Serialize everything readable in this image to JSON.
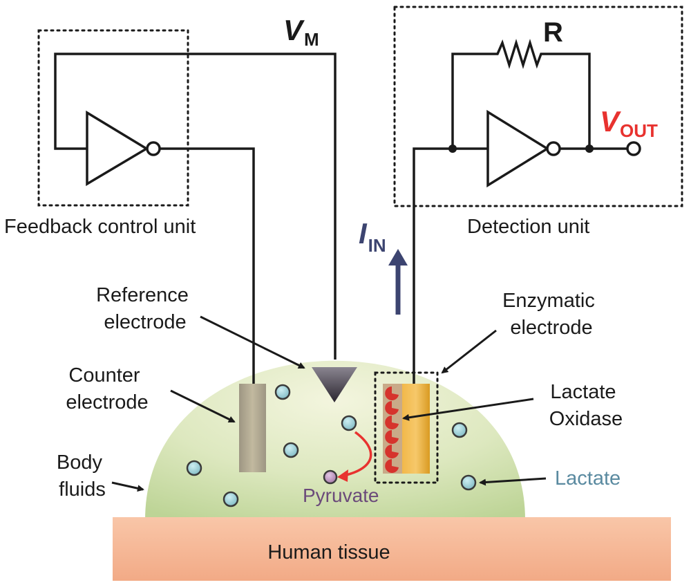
{
  "labels": {
    "vm_main": "V",
    "vm_sub": "M",
    "resistor": "R",
    "vout_main": "V",
    "vout_sub": "OUT",
    "iin_main": "I",
    "iin_sub": "IN",
    "feedback_unit": "Feedback control unit",
    "detection_unit": "Detection unit",
    "reference_electrode": [
      "Reference",
      "electrode"
    ],
    "enzymatic_electrode": [
      "Enzymatic",
      "electrode"
    ],
    "counter_electrode": [
      "Counter",
      "electrode"
    ],
    "lactate_oxidase": [
      "Lactate",
      "Oxidase"
    ],
    "body_fluids": [
      "Body",
      "fluids"
    ],
    "lactate": "Lactate",
    "pyruvate": "Pyruvate",
    "human_tissue": "Human tissue"
  },
  "colors": {
    "wire": "#1a1a1a",
    "vout": "#e8322f",
    "current_arrow": "#3c4470",
    "lactate_text": "#5a8aa0",
    "lactate_molecule": "#8fc7cf",
    "pyruvate_text": "#6b4a7a",
    "pyruvate_molecule": "#b58ab7",
    "fluid": "#d2e0ad",
    "tissue": "#f5b998",
    "enzyme": "#d6332c",
    "conversion_arrow": "#e8322f"
  }
}
